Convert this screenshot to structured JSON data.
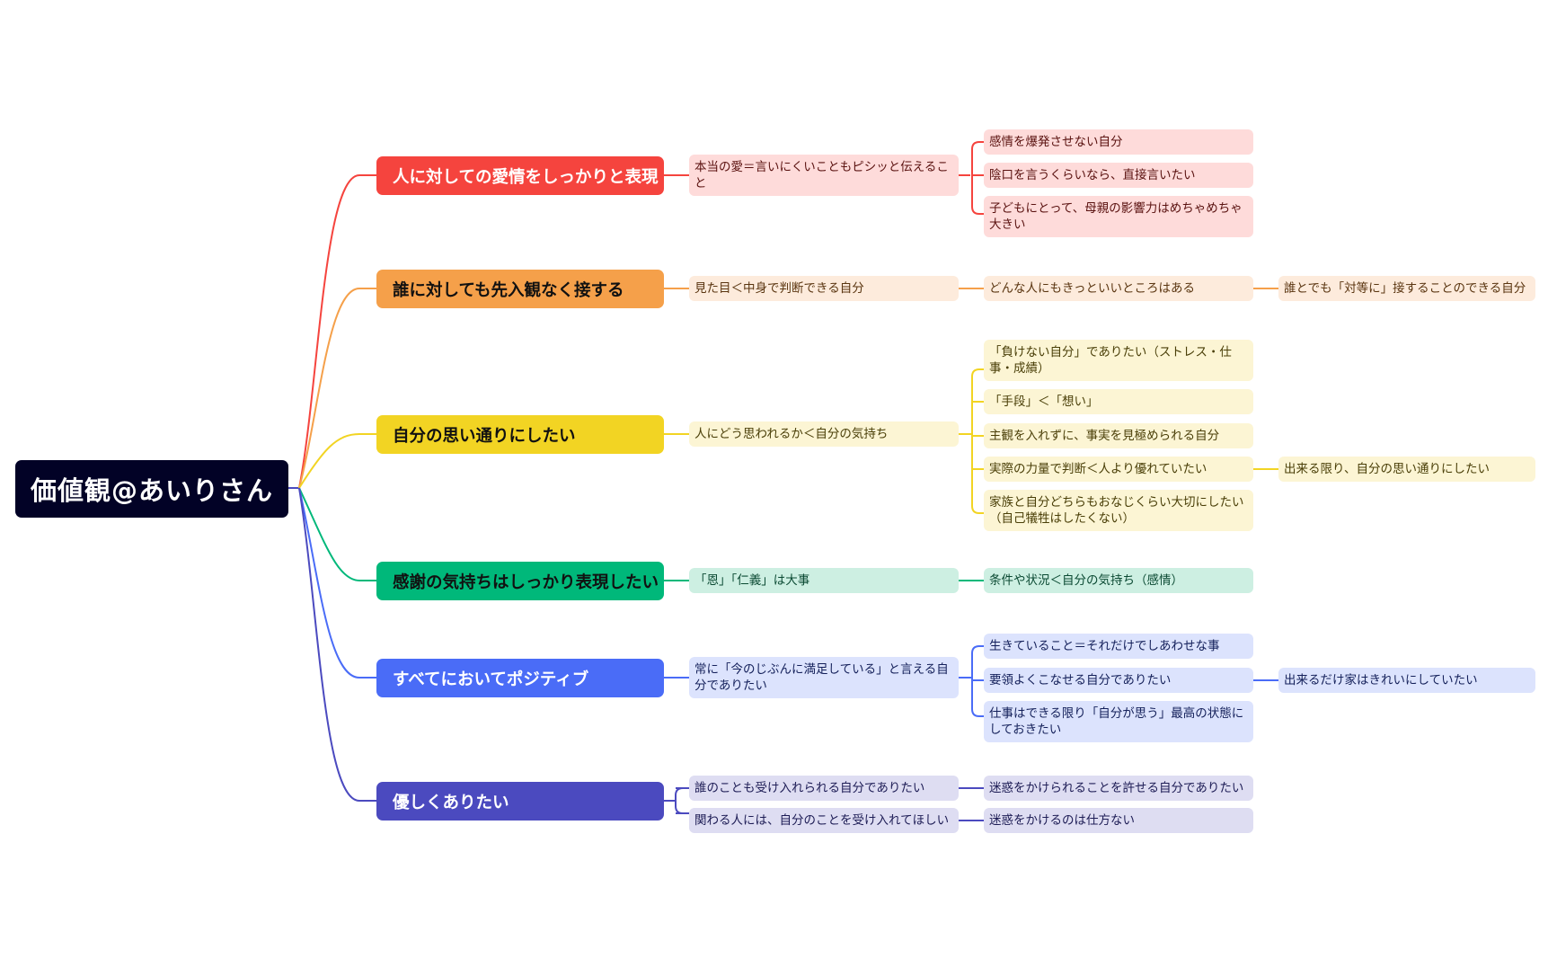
{
  "root": {
    "label": "価値観@あいりさん",
    "color": "#020226"
  },
  "branches": [
    {
      "label": "人に対しての愛情をしっかりと表現",
      "color": "#F5443E",
      "text_color": "#ffffff",
      "light": "#FEDBDA",
      "sub_text": "#5A1210",
      "children": [
        {
          "label": "本当の愛＝言いにくいこともピシッと伝えること",
          "children": [
            {
              "label": "感情を爆発させない自分"
            },
            {
              "label": "陰口を言うくらいなら、直接言いたい"
            },
            {
              "label": "子どもにとって、母親の影響力はめちゃめちゃ大きい"
            }
          ]
        }
      ]
    },
    {
      "label": "誰に対しても先入観なく接する",
      "color": "#F5A04A",
      "text_color": "#111111",
      "light": "#FDEBDC",
      "sub_text": "#5A3510",
      "children": [
        {
          "label": "見た目＜中身で判断できる自分",
          "children": [
            {
              "label": "どんな人にもきっといいところはある",
              "children": [
                {
                  "label": "誰とでも「対等に」接することのできる自分"
                }
              ]
            }
          ]
        }
      ]
    },
    {
      "label": "自分の思い通りにしたい",
      "color": "#F2D423",
      "text_color": "#111111",
      "light": "#FCF5D4",
      "sub_text": "#4A3F08",
      "children": [
        {
          "label": "人にどう思われるか＜自分の気持ち",
          "children": [
            {
              "label": "「負けない自分」でありたい（ストレス・仕事・成績）"
            },
            {
              "label": "「手段」＜「想い」"
            },
            {
              "label": "主観を入れずに、事実を見極められる自分"
            },
            {
              "label": "実際の力量で判断＜人より優れていたい",
              "children": [
                {
                  "label": "出来る限り、自分の思い通りにしたい"
                }
              ]
            },
            {
              "label": "家族と自分どちらもおなじくらい大切にしたい（自己犠牲はしたくない）"
            }
          ]
        }
      ]
    },
    {
      "label": "感謝の気持ちはしっかり表現したい",
      "color": "#00B87A",
      "text_color": "#111111",
      "light": "#CDEFE2",
      "sub_text": "#0B4A33",
      "children": [
        {
          "label": "「恩」「仁義」は大事",
          "children": [
            {
              "label": "条件や状況＜自分の気持ち（感情）"
            }
          ]
        }
      ]
    },
    {
      "label": "すべてにおいてポジティブ",
      "color": "#4A6CF7",
      "text_color": "#ffffff",
      "light": "#DCE3FD",
      "sub_text": "#14205A",
      "children": [
        {
          "label": "常に「今のじぶんに満足している」と言える自分でありたい",
          "children": [
            {
              "label": "生きていること＝それだけでしあわせな事"
            },
            {
              "label": "要領よくこなせる自分でありたい",
              "children": [
                {
                  "label": "出来るだけ家はきれいにしていたい"
                }
              ]
            },
            {
              "label": "仕事はできる限り「自分が思う」最高の状態にしておきたい"
            }
          ]
        }
      ]
    },
    {
      "label": "優しくありたい",
      "color": "#4B4ABF",
      "text_color": "#ffffff",
      "light": "#DEDDF2",
      "sub_text": "#1D1C55",
      "children": [
        {
          "label": "誰のことも受け入れられる自分でありたい",
          "children": [
            {
              "label": "迷惑をかけられることを許せる自分でありたい"
            }
          ]
        },
        {
          "label": "関わる人には、自分のことを受け入れてほしい",
          "children": [
            {
              "label": "迷惑をかけるのは仕方ない"
            }
          ]
        }
      ]
    }
  ]
}
